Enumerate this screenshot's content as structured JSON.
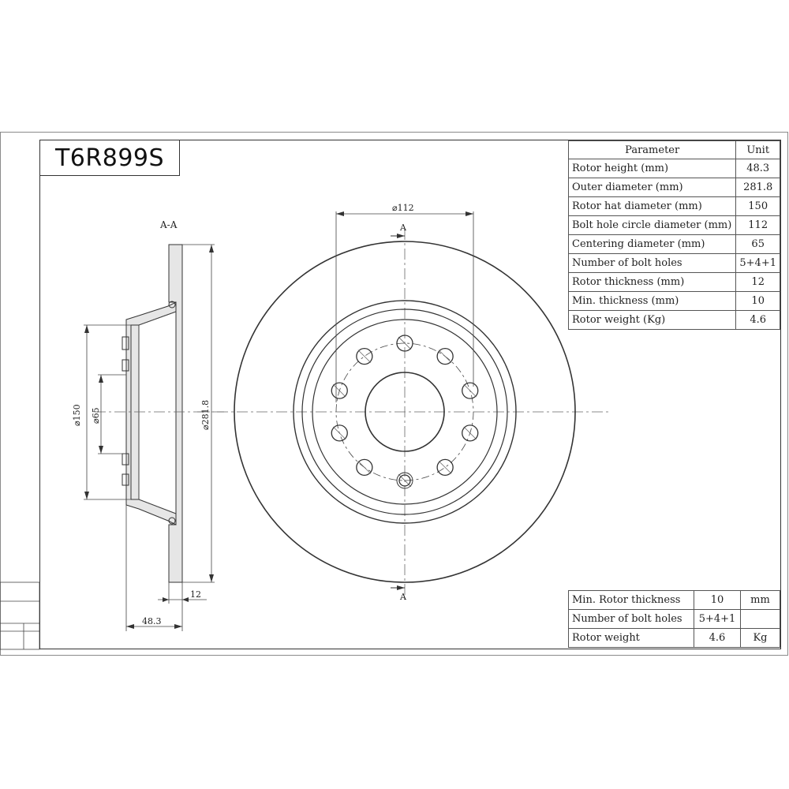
{
  "part_number": "T6R899S",
  "section_label": "A-A",
  "section_marker": "A",
  "dimensions": {
    "bolt_circle": "⌀112",
    "hat_diameter": "⌀150",
    "center_bore": "⌀65",
    "outer_diameter": "⌀281.8",
    "thickness": "12",
    "height": "48.3"
  },
  "spec_table": {
    "header": {
      "parameter": "Parameter",
      "unit": "Unit"
    },
    "rows": [
      {
        "parameter": "Rotor height (mm)",
        "value": "48.3"
      },
      {
        "parameter": "Outer diameter (mm)",
        "value": "281.8"
      },
      {
        "parameter": "Rotor hat diameter (mm)",
        "value": "150"
      },
      {
        "parameter": "Bolt hole circle diameter (mm)",
        "value": "112"
      },
      {
        "parameter": "Centering diameter (mm)",
        "value": "65"
      },
      {
        "parameter": "Number of bolt holes",
        "value": "5+4+1"
      },
      {
        "parameter": "Rotor thickness (mm)",
        "value": "12"
      },
      {
        "parameter": "Min. thickness (mm)",
        "value": "10"
      },
      {
        "parameter": "Rotor weight (Kg)",
        "value": "4.6"
      }
    ]
  },
  "summary_table": {
    "rows": [
      {
        "label": "Min. Rotor thickness",
        "value": "10",
        "unit": "mm"
      },
      {
        "label": "Number of bolt holes",
        "value": "5+4+1",
        "unit": ""
      },
      {
        "label": "Rotor weight",
        "value": "4.6",
        "unit": "Kg"
      }
    ]
  }
}
